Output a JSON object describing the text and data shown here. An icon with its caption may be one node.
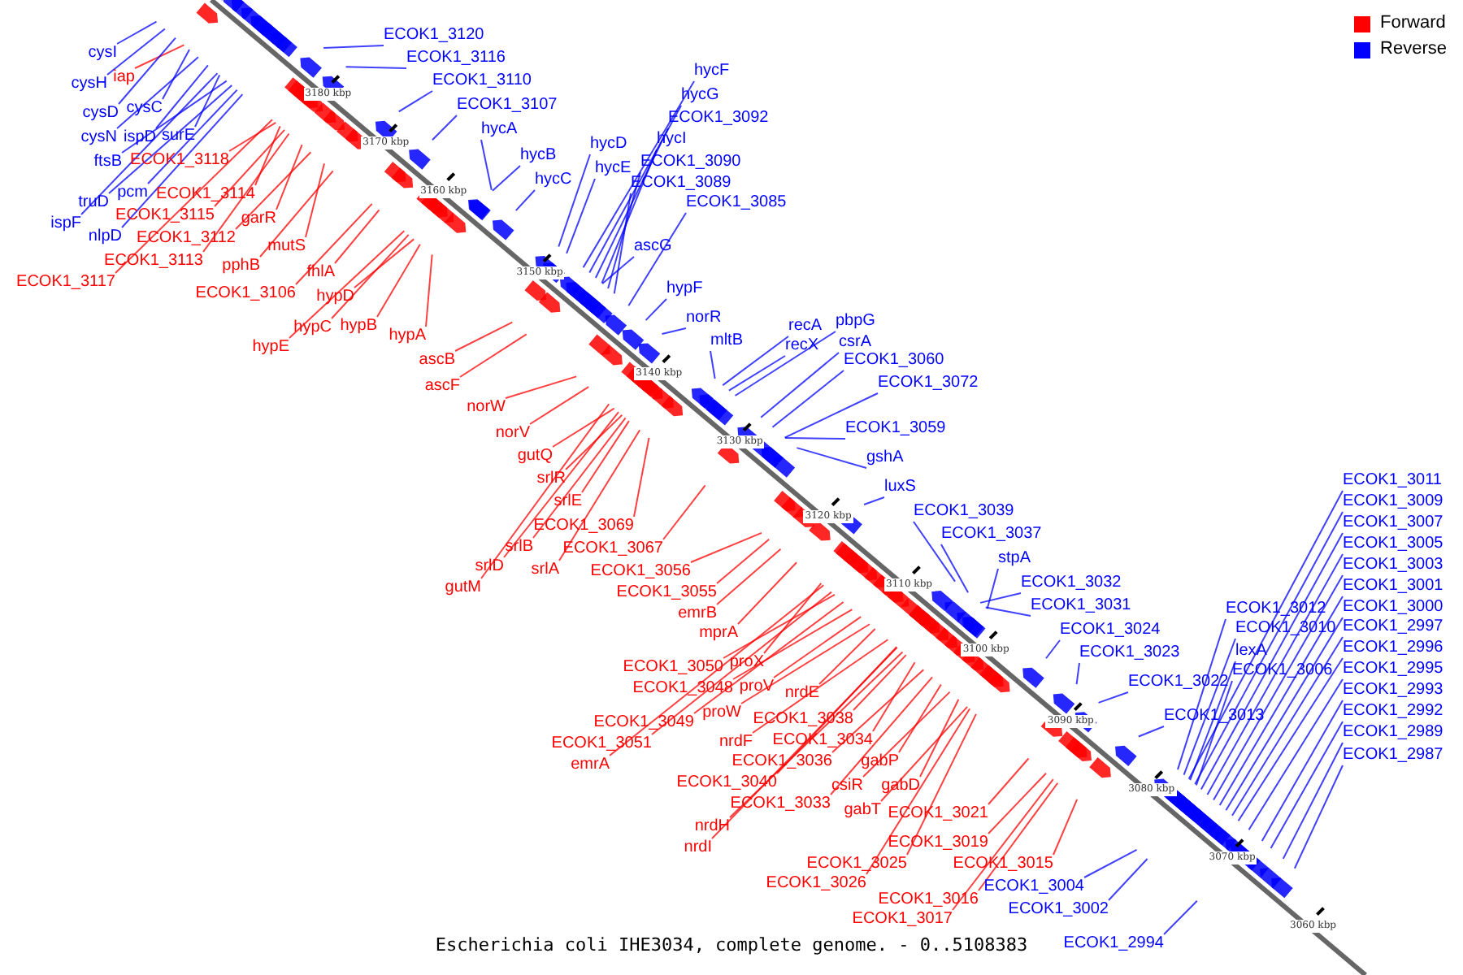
{
  "diagram": {
    "caption": "Escherichia coli IHE3034, complete genome. - 0..5108383",
    "nodes": [
      {
        "text": [
          "cysI"
        ]
      },
      {
        "text": [
          "cysH"
        ]
      },
      {
        "text": [
          "iap"
        ]
      },
      {
        "text": [
          "cysD"
        ]
      },
      {
        "text": [
          "cysC"
        ]
      },
      {
        "text": [
          "cysN"
        ]
      },
      {
        "text": [
          "ispD"
        ]
      },
      {
        "text": [
          "surE"
        ]
      },
      {
        "text": [
          "ftsB"
        ]
      },
      {
        "text": [
          "ECOK1_3118"
        ]
      },
      {
        "text": [
          "truD"
        ]
      },
      {
        "text": [
          "pcm"
        ]
      },
      {
        "text": [
          "ECOK1_3114"
        ]
      },
      {
        "text": [
          "ispF"
        ]
      },
      {
        "text": [
          "ECOK1_3115"
        ]
      },
      {
        "text": [
          "garR"
        ]
      },
      {
        "text": [
          "nlpD"
        ]
      },
      {
        "text": [
          "ECOK1_3112"
        ]
      },
      {
        "text": [
          "mutS"
        ]
      },
      {
        "text": [
          "ECOK1_3113"
        ]
      },
      {
        "text": [
          "pphB"
        ]
      },
      {
        "text": [
          "ECOK1_3117"
        ]
      },
      {
        "text": [
          "fhlA"
        ]
      },
      {
        "text": [
          "ECOK1_3106"
        ]
      },
      {
        "text": [
          "hypD"
        ]
      },
      {
        "text": [
          "hypC"
        ]
      },
      {
        "text": [
          "hypB"
        ]
      },
      {
        "text": [
          "hypE"
        ]
      },
      {
        "text": [
          "hypA"
        ]
      },
      {
        "text": [
          "ECOK1_3120"
        ]
      },
      {
        "text": [
          "ECOK1_3116"
        ]
      },
      {
        "text": [
          "ECOK1_3110"
        ]
      },
      {
        "text": [
          "ECOK1_3107"
        ]
      },
      {
        "text": [
          "hycA"
        ]
      },
      {
        "text": [
          "hycB"
        ]
      },
      {
        "text": [
          "hycC"
        ]
      },
      {
        "text": [
          "hycD"
        ]
      },
      {
        "text": [
          "hycE"
        ]
      },
      {
        "text": [
          "hycF"
        ]
      },
      {
        "text": [
          "hycG"
        ]
      },
      {
        "text": [
          "ECOK1_3092"
        ]
      },
      {
        "text": [
          "hycI"
        ]
      },
      {
        "text": [
          "ECOK1_3090"
        ]
      },
      {
        "text": [
          "ECOK1_3089"
        ]
      },
      {
        "text": [
          "ECOK1_3085"
        ]
      },
      {
        "text": [
          "ascG"
        ]
      },
      {
        "text": [
          "hypF"
        ]
      },
      {
        "text": [
          "norR"
        ]
      },
      {
        "text": [
          "mltB"
        ]
      },
      {
        "text": [
          "recA"
        ]
      },
      {
        "text": [
          "pbpG"
        ]
      },
      {
        "text": [
          "recX"
        ]
      },
      {
        "text": [
          "csrA"
        ]
      },
      {
        "text": [
          "ECOK1_3072"
        ]
      },
      {
        "text": [
          "ECOK1_3060"
        ]
      },
      {
        "text": [
          "ECOK1_3059"
        ]
      },
      {
        "text": [
          "gshA"
        ]
      },
      {
        "text": [
          "luxS"
        ]
      },
      {
        "text": [
          "ascB"
        ]
      },
      {
        "text": [
          "ascF"
        ]
      },
      {
        "text": [
          "norW"
        ]
      },
      {
        "text": [
          "norV"
        ]
      },
      {
        "text": [
          "gutQ"
        ]
      },
      {
        "text": [
          "srlR"
        ]
      },
      {
        "text": [
          "srlE"
        ]
      },
      {
        "text": [
          "srlB"
        ]
      },
      {
        "text": [
          "ECOK1_3069"
        ]
      },
      {
        "text": [
          "srlD"
        ]
      },
      {
        "text": [
          "srlA"
        ]
      },
      {
        "text": [
          "ECOK1_3067"
        ]
      },
      {
        "text": [
          "gutM"
        ]
      },
      {
        "text": [
          "ECOK1_3056"
        ]
      },
      {
        "text": [
          "ECOK1_3055"
        ]
      },
      {
        "text": [
          "emrB"
        ]
      },
      {
        "text": [
          "mprA"
        ]
      },
      {
        "text": [
          "proX"
        ]
      },
      {
        "text": [
          "ECOK1_3050"
        ]
      },
      {
        "text": [
          "ECOK1_3048"
        ]
      },
      {
        "text": [
          "proV"
        ]
      },
      {
        "text": [
          "nrdE"
        ]
      },
      {
        "text": [
          "proW"
        ]
      },
      {
        "text": [
          "ECOK1_3038"
        ]
      },
      {
        "text": [
          "ECOK1_3049"
        ]
      },
      {
        "text": [
          "nrdF"
        ]
      },
      {
        "text": [
          "ECOK1_3034"
        ]
      },
      {
        "text": [
          "ECOK1_3051"
        ]
      },
      {
        "text": [
          "ECOK1_3036"
        ]
      },
      {
        "text": [
          "gabP"
        ]
      },
      {
        "text": [
          "emrA"
        ]
      },
      {
        "text": [
          "ECOK1_3040"
        ]
      },
      {
        "text": [
          "csiR"
        ]
      },
      {
        "text": [
          "gabD"
        ]
      },
      {
        "text": [
          "ECOK1_3033"
        ]
      },
      {
        "text": [
          "gabT"
        ]
      },
      {
        "text": [
          "ECOK1_3021"
        ]
      },
      {
        "text": [
          "nrdH"
        ]
      },
      {
        "text": [
          "ECOK1_3019"
        ]
      },
      {
        "text": [
          "nrdI"
        ]
      },
      {
        "text": [
          "ECOK1_3025"
        ]
      },
      {
        "text": [
          "ECOK1_3015"
        ]
      },
      {
        "text": [
          "ECOK1_3026"
        ]
      },
      {
        "text": [
          "ECOK1_3016"
        ]
      },
      {
        "text": [
          "ECOK1_3017"
        ]
      },
      {
        "text": [
          "ECOK1_3004"
        ]
      },
      {
        "text": [
          "ECOK1_3002"
        ]
      },
      {
        "text": [
          "ECOK1_2994"
        ]
      },
      {
        "text": [
          "ECOK1_3039"
        ]
      },
      {
        "text": [
          "ECOK1_3037"
        ]
      },
      {
        "text": [
          "stpA"
        ]
      },
      {
        "text": [
          "ECOK1_3032"
        ]
      },
      {
        "text": [
          "ECOK1_3031"
        ]
      },
      {
        "text": [
          "ECOK1_3022"
        ]
      },
      {
        "text": [
          "ECOK1_3024"
        ]
      },
      {
        "text": [
          "ECOK1_3023"
        ]
      },
      {
        "text": [
          "ECOK1_3012"
        ]
      },
      {
        "text": [
          "ECOK1_3010"
        ]
      },
      {
        "text": [
          "lexA"
        ]
      },
      {
        "text": [
          "ECOK1_3006"
        ]
      },
      {
        "text": [
          "ECOK1_3013"
        ]
      },
      {
        "text": [
          "ECOK1_3011"
        ]
      },
      {
        "text": [
          "ECOK1_3009"
        ]
      },
      {
        "text": [
          "ECOK1_3007"
        ]
      },
      {
        "text": [
          "ECOK1_3005"
        ]
      },
      {
        "text": [
          "ECOK1_3003"
        ]
      },
      {
        "text": [
          "ECOK1_3001"
        ]
      },
      {
        "text": [
          "ECOK1_3000"
        ]
      },
      {
        "text": [
          "ECOK1_2997"
        ]
      },
      {
        "text": [
          "ECOK1_2996"
        ]
      },
      {
        "text": [
          "ECOK1_2995"
        ]
      },
      {
        "text": [
          "ECOK1_2993"
        ]
      },
      {
        "text": [
          "ECOK1_2992"
        ]
      },
      {
        "text": [
          "ECOK1_2989"
        ]
      },
      {
        "text": [
          "ECOK1_2987"
        ]
      }
    ],
    "edges": [
      {
        "from": 0,
        "to": null,
        "arrow": "none",
        "color": "#0000ff"
      },
      {
        "from": 1,
        "to": null,
        "arrow": "none",
        "color": "#0000ff"
      },
      {
        "from": 2,
        "to": null,
        "arrow": "none",
        "color": "#ff0000"
      },
      {
        "from": 3,
        "to": null,
        "arrow": "none",
        "color": "#0000ff"
      },
      {
        "from": 4,
        "to": null,
        "arrow": "none",
        "color": "#0000ff"
      },
      {
        "from": 5,
        "to": null,
        "arrow": "none",
        "color": "#0000ff"
      },
      {
        "from": 6,
        "to": null,
        "arrow": "none",
        "color": "#0000ff"
      },
      {
        "from": 7,
        "to": null,
        "arrow": "none",
        "color": "#0000ff"
      },
      {
        "from": 8,
        "to": null,
        "arrow": "none",
        "color": "#0000ff"
      },
      {
        "from": 9,
        "to": null,
        "arrow": "none",
        "color": "#ff0000"
      },
      {
        "from": 10,
        "to": null,
        "arrow": "none",
        "color": "#0000ff"
      },
      {
        "from": 11,
        "to": null,
        "arrow": "none",
        "color": "#0000ff"
      },
      {
        "from": 12,
        "to": null,
        "arrow": "none",
        "color": "#ff0000"
      },
      {
        "from": 13,
        "to": null,
        "arrow": "none",
        "color": "#0000ff"
      },
      {
        "from": 14,
        "to": null,
        "arrow": "none",
        "color": "#ff0000"
      },
      {
        "from": 15,
        "to": null,
        "arrow": "none",
        "color": "#ff0000"
      },
      {
        "from": 16,
        "to": null,
        "arrow": "none",
        "color": "#0000ff"
      },
      {
        "from": 17,
        "to": null,
        "arrow": "none",
        "color": "#ff0000"
      },
      {
        "from": 18,
        "to": null,
        "arrow": "none",
        "color": "#ff0000"
      },
      {
        "from": 19,
        "to": null,
        "arrow": "none",
        "color": "#ff0000"
      },
      {
        "from": 20,
        "to": null,
        "arrow": "none",
        "color": "#ff0000"
      },
      {
        "from": 21,
        "to": null,
        "arrow": "none",
        "color": "#ff0000"
      },
      {
        "from": 22,
        "to": null,
        "arrow": "none",
        "color": "#ff0000"
      },
      {
        "from": 23,
        "to": null,
        "arrow": "none",
        "color": "#ff0000"
      },
      {
        "from": 24,
        "to": null,
        "arrow": "none",
        "color": "#ff0000"
      },
      {
        "from": 25,
        "to": null,
        "arrow": "none",
        "color": "#ff0000"
      },
      {
        "from": 26,
        "to": null,
        "arrow": "none",
        "color": "#ff0000"
      },
      {
        "from": 27,
        "to": null,
        "arrow": "none",
        "color": "#ff0000"
      },
      {
        "from": 28,
        "to": null,
        "arrow": "none",
        "color": "#ff0000"
      },
      {
        "from": 29,
        "to": null,
        "arrow": "none",
        "color": "#0000ff"
      },
      {
        "from": 30,
        "to": null,
        "arrow": "none",
        "color": "#0000ff"
      },
      {
        "from": 31,
        "to": null,
        "arrow": "none",
        "color": "#0000ff"
      },
      {
        "from": 32,
        "to": null,
        "arrow": "none",
        "color": "#0000ff"
      },
      {
        "from": 33,
        "to": null,
        "arrow": "none",
        "color": "#0000ff"
      },
      {
        "from": 34,
        "to": null,
        "arrow": "none",
        "color": "#0000ff"
      },
      {
        "from": 35,
        "to": null,
        "arrow": "none",
        "color": "#0000ff"
      },
      {
        "from": 36,
        "to": null,
        "arrow": "none",
        "color": "#0000ff"
      },
      {
        "from": 37,
        "to": null,
        "arrow": "none",
        "color": "#0000ff"
      },
      {
        "from": 38,
        "to": null,
        "arrow": "none",
        "color": "#0000ff"
      },
      {
        "from": 39,
        "to": null,
        "arrow": "none",
        "color": "#0000ff"
      },
      {
        "from": 40,
        "to": null,
        "arrow": "none",
        "color": "#0000ff"
      },
      {
        "from": 41,
        "to": null,
        "arrow": "none",
        "color": "#0000ff"
      },
      {
        "from": 42,
        "to": null,
        "arrow": "none",
        "color": "#0000ff"
      },
      {
        "from": 43,
        "to": null,
        "arrow": "none",
        "color": "#0000ff"
      },
      {
        "from": 44,
        "to": null,
        "arrow": "none",
        "color": "#0000ff"
      },
      {
        "from": 45,
        "to": null,
        "arrow": "none",
        "color": "#0000ff"
      },
      {
        "from": 46,
        "to": null,
        "arrow": "none",
        "color": "#0000ff"
      },
      {
        "from": 47,
        "to": null,
        "arrow": "none",
        "color": "#0000ff"
      },
      {
        "from": 48,
        "to": null,
        "arrow": "none",
        "color": "#0000ff"
      },
      {
        "from": 49,
        "to": null,
        "arrow": "none",
        "color": "#0000ff"
      },
      {
        "from": 50,
        "to": null,
        "arrow": "none",
        "color": "#0000ff"
      },
      {
        "from": 51,
        "to": null,
        "arrow": "none",
        "color": "#0000ff"
      },
      {
        "from": 52,
        "to": null,
        "arrow": "none",
        "color": "#0000ff"
      },
      {
        "from": 53,
        "to": null,
        "arrow": "none",
        "color": "#0000ff"
      },
      {
        "from": 54,
        "to": null,
        "arrow": "none",
        "color": "#0000ff"
      },
      {
        "from": 55,
        "to": null,
        "arrow": "none",
        "color": "#0000ff"
      },
      {
        "from": 56,
        "to": null,
        "arrow": "none",
        "color": "#0000ff"
      },
      {
        "from": 57,
        "to": null,
        "arrow": "none",
        "color": "#0000ff"
      },
      {
        "from": 58,
        "to": null,
        "arrow": "none",
        "color": "#ff0000"
      },
      {
        "from": 59,
        "to": null,
        "arrow": "none",
        "color": "#ff0000"
      },
      {
        "from": 60,
        "to": null,
        "arrow": "none",
        "color": "#ff0000"
      },
      {
        "from": 61,
        "to": null,
        "arrow": "none",
        "color": "#ff0000"
      },
      {
        "from": 62,
        "to": null,
        "arrow": "none",
        "color": "#ff0000"
      },
      {
        "from": 63,
        "to": null,
        "arrow": "none",
        "color": "#ff0000"
      },
      {
        "from": 64,
        "to": null,
        "arrow": "none",
        "color": "#ff0000"
      },
      {
        "from": 65,
        "to": null,
        "arrow": "none",
        "color": "#ff0000"
      },
      {
        "from": 66,
        "to": null,
        "arrow": "none",
        "color": "#ff0000"
      },
      {
        "from": 67,
        "to": null,
        "arrow": "none",
        "color": "#ff0000"
      },
      {
        "from": 68,
        "to": null,
        "arrow": "none",
        "color": "#ff0000"
      },
      {
        "from": 69,
        "to": null,
        "arrow": "none",
        "color": "#ff0000"
      },
      {
        "from": 70,
        "to": null,
        "arrow": "none",
        "color": "#ff0000"
      },
      {
        "from": 71,
        "to": null,
        "arrow": "none",
        "color": "#ff0000"
      },
      {
        "from": 72,
        "to": null,
        "arrow": "none",
        "color": "#ff0000"
      },
      {
        "from": 73,
        "to": null,
        "arrow": "none",
        "color": "#ff0000"
      },
      {
        "from": 74,
        "to": null,
        "arrow": "none",
        "color": "#ff0000"
      },
      {
        "from": 75,
        "to": null,
        "arrow": "none",
        "color": "#ff0000"
      },
      {
        "from": 76,
        "to": null,
        "arrow": "none",
        "color": "#ff0000"
      },
      {
        "from": 77,
        "to": null,
        "arrow": "none",
        "color": "#ff0000"
      },
      {
        "from": 78,
        "to": null,
        "arrow": "none",
        "color": "#ff0000"
      },
      {
        "from": 79,
        "to": null,
        "arrow": "none",
        "color": "#ff0000"
      },
      {
        "from": 80,
        "to": null,
        "arrow": "none",
        "color": "#ff0000"
      },
      {
        "from": 81,
        "to": null,
        "arrow": "none",
        "color": "#ff0000"
      },
      {
        "from": 82,
        "to": null,
        "arrow": "none",
        "color": "#ff0000"
      },
      {
        "from": 83,
        "to": null,
        "arrow": "none",
        "color": "#ff0000"
      },
      {
        "from": 84,
        "to": null,
        "arrow": "none",
        "color": "#ff0000"
      },
      {
        "from": 85,
        "to": null,
        "arrow": "none",
        "color": "#ff0000"
      },
      {
        "from": 86,
        "to": null,
        "arrow": "none",
        "color": "#ff0000"
      },
      {
        "from": 87,
        "to": null,
        "arrow": "none",
        "color": "#ff0000"
      },
      {
        "from": 88,
        "to": null,
        "arrow": "none",
        "color": "#ff0000"
      },
      {
        "from": 89,
        "to": null,
        "arrow": "none",
        "color": "#ff0000"
      },
      {
        "from": 90,
        "to": null,
        "arrow": "none",
        "color": "#ff0000"
      },
      {
        "from": 91,
        "to": null,
        "arrow": "none",
        "color": "#ff0000"
      },
      {
        "from": 92,
        "to": null,
        "arrow": "none",
        "color": "#ff0000"
      },
      {
        "from": 93,
        "to": null,
        "arrow": "none",
        "color": "#ff0000"
      },
      {
        "from": 94,
        "to": null,
        "arrow": "none",
        "color": "#ff0000"
      },
      {
        "from": 95,
        "to": null,
        "arrow": "none",
        "color": "#ff0000"
      },
      {
        "from": 96,
        "to": null,
        "arrow": "none",
        "color": "#ff0000"
      },
      {
        "from": 97,
        "to": null,
        "arrow": "none",
        "color": "#ff0000"
      },
      {
        "from": 98,
        "to": null,
        "arrow": "none",
        "color": "#ff0000"
      },
      {
        "from": 99,
        "to": null,
        "arrow": "none",
        "color": "#ff0000"
      },
      {
        "from": 100,
        "to": null,
        "arrow": "none",
        "color": "#ff0000"
      },
      {
        "from": 101,
        "to": null,
        "arrow": "none",
        "color": "#ff0000"
      },
      {
        "from": 102,
        "to": null,
        "arrow": "none",
        "color": "#ff0000"
      },
      {
        "from": 103,
        "to": null,
        "arrow": "none",
        "color": "#0000ff"
      },
      {
        "from": 104,
        "to": null,
        "arrow": "none",
        "color": "#0000ff"
      },
      {
        "from": 105,
        "to": null,
        "arrow": "none",
        "color": "#0000ff"
      },
      {
        "from": 106,
        "to": null,
        "arrow": "none",
        "color": "#0000ff"
      },
      {
        "from": 107,
        "to": null,
        "arrow": "none",
        "color": "#0000ff"
      },
      {
        "from": 108,
        "to": null,
        "arrow": "none",
        "color": "#0000ff"
      },
      {
        "from": 109,
        "to": null,
        "arrow": "none",
        "color": "#0000ff"
      },
      {
        "from": 110,
        "to": null,
        "arrow": "none",
        "color": "#0000ff"
      },
      {
        "from": 111,
        "to": null,
        "arrow": "none",
        "color": "#0000ff"
      },
      {
        "from": 112,
        "to": null,
        "arrow": "none",
        "color": "#0000ff"
      },
      {
        "from": 113,
        "to": null,
        "arrow": "none",
        "color": "#0000ff"
      },
      {
        "from": 114,
        "to": null,
        "arrow": "none",
        "color": "#0000ff"
      },
      {
        "from": 115,
        "to": null,
        "arrow": "none",
        "color": "#0000ff"
      },
      {
        "from": 116,
        "to": null,
        "arrow": "none",
        "color": "#0000ff"
      },
      {
        "from": 117,
        "to": null,
        "arrow": "none",
        "color": "#0000ff"
      },
      {
        "from": 118,
        "to": null,
        "arrow": "none",
        "color": "#0000ff"
      },
      {
        "from": 119,
        "to": null,
        "arrow": "none",
        "color": "#0000ff"
      },
      {
        "from": 120,
        "to": null,
        "arrow": "none",
        "color": "#0000ff"
      },
      {
        "from": 121,
        "to": null,
        "arrow": "none",
        "color": "#0000ff"
      },
      {
        "from": 122,
        "to": null,
        "arrow": "none",
        "color": "#0000ff"
      },
      {
        "from": 123,
        "to": null,
        "arrow": "none",
        "color": "#0000ff"
      },
      {
        "from": 124,
        "to": null,
        "arrow": "none",
        "color": "#0000ff"
      },
      {
        "from": 125,
        "to": null,
        "arrow": "none",
        "color": "#0000ff"
      },
      {
        "from": 126,
        "to": null,
        "arrow": "none",
        "color": "#0000ff"
      },
      {
        "from": 127,
        "to": null,
        "arrow": "none",
        "color": "#0000ff"
      },
      {
        "from": 128,
        "to": null,
        "arrow": "none",
        "color": "#0000ff"
      },
      {
        "from": 129,
        "to": null,
        "arrow": "none",
        "color": "#0000ff"
      },
      {
        "from": 130,
        "to": null,
        "arrow": "none",
        "color": "#0000ff"
      },
      {
        "from": 131,
        "to": null,
        "arrow": "none",
        "color": "#0000ff"
      },
      {
        "from": 132,
        "to": null,
        "arrow": "none",
        "color": "#0000ff"
      }
    ],
    "labels": [
      "3180 kbp",
      "3170 kbp",
      "3160 kbp",
      "3150 kbp",
      "3140 kbp",
      "3130 kbp",
      "3120 kbp",
      "3110 kbp",
      "3100 kbp",
      "3090 kbp",
      "3080 kbp",
      "3070 kbp",
      "3060 kbp"
    ],
    "legend": [
      {
        "text": "Forward",
        "color": "#ff0000"
      },
      {
        "text": "Reverse",
        "color": "#0000ff"
      }
    ]
  }
}
